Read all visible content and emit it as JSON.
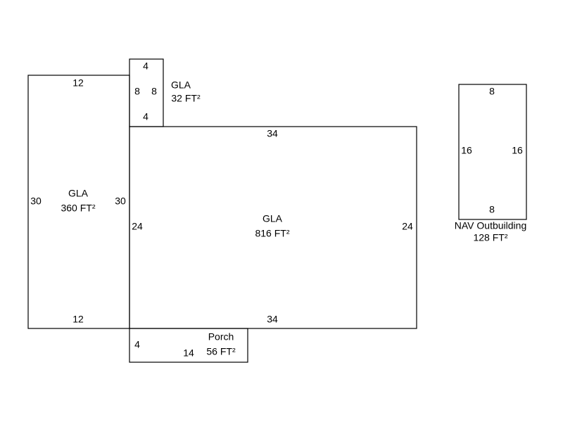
{
  "areas": [
    {
      "name": "GLA",
      "area": "360 FT²",
      "dims": {
        "top": "12",
        "left": "30",
        "right": "30",
        "bottom": "12"
      }
    },
    {
      "name": "GLA",
      "area": "32 FT²",
      "dims": {
        "top": "4",
        "left": "8",
        "right": "8",
        "bottom": "4"
      }
    },
    {
      "name": "GLA",
      "area": "816 FT²",
      "dims": {
        "top": "34",
        "left": "24",
        "right": "24",
        "bottom": "34"
      }
    },
    {
      "name": "Porch",
      "area": "56 FT²",
      "dims": {
        "left": "4",
        "bottom": "14"
      }
    },
    {
      "name": "NAV Outbuilding",
      "area": "128 FT²",
      "dims": {
        "top": "8",
        "left": "16",
        "right": "16",
        "bottom": "8"
      }
    }
  ],
  "colors": {
    "line": "#000000",
    "background": "#ffffff"
  }
}
